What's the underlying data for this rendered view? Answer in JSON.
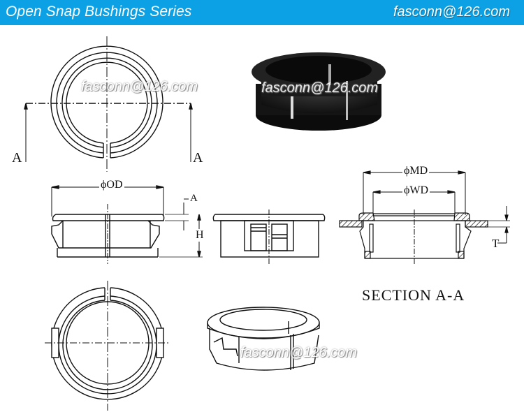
{
  "header": {
    "title": "Open Snap Bushings  Series",
    "email": "fasconn@126.com",
    "background_color": "#0ca0e4"
  },
  "watermarks": [
    "fasconn@126.com",
    "fasconn@126.com",
    "fasconn@126.com"
  ],
  "top_view": {
    "section_marker_left": "A",
    "section_marker_right": "A"
  },
  "side_view": {
    "dimension_od": "ϕOD",
    "dimension_a": "A",
    "dimension_h": "H"
  },
  "section_view": {
    "dimension_md": "ϕMD",
    "dimension_wd": "ϕWD",
    "dimension_t": "T",
    "caption": "SECTION  A-A"
  }
}
